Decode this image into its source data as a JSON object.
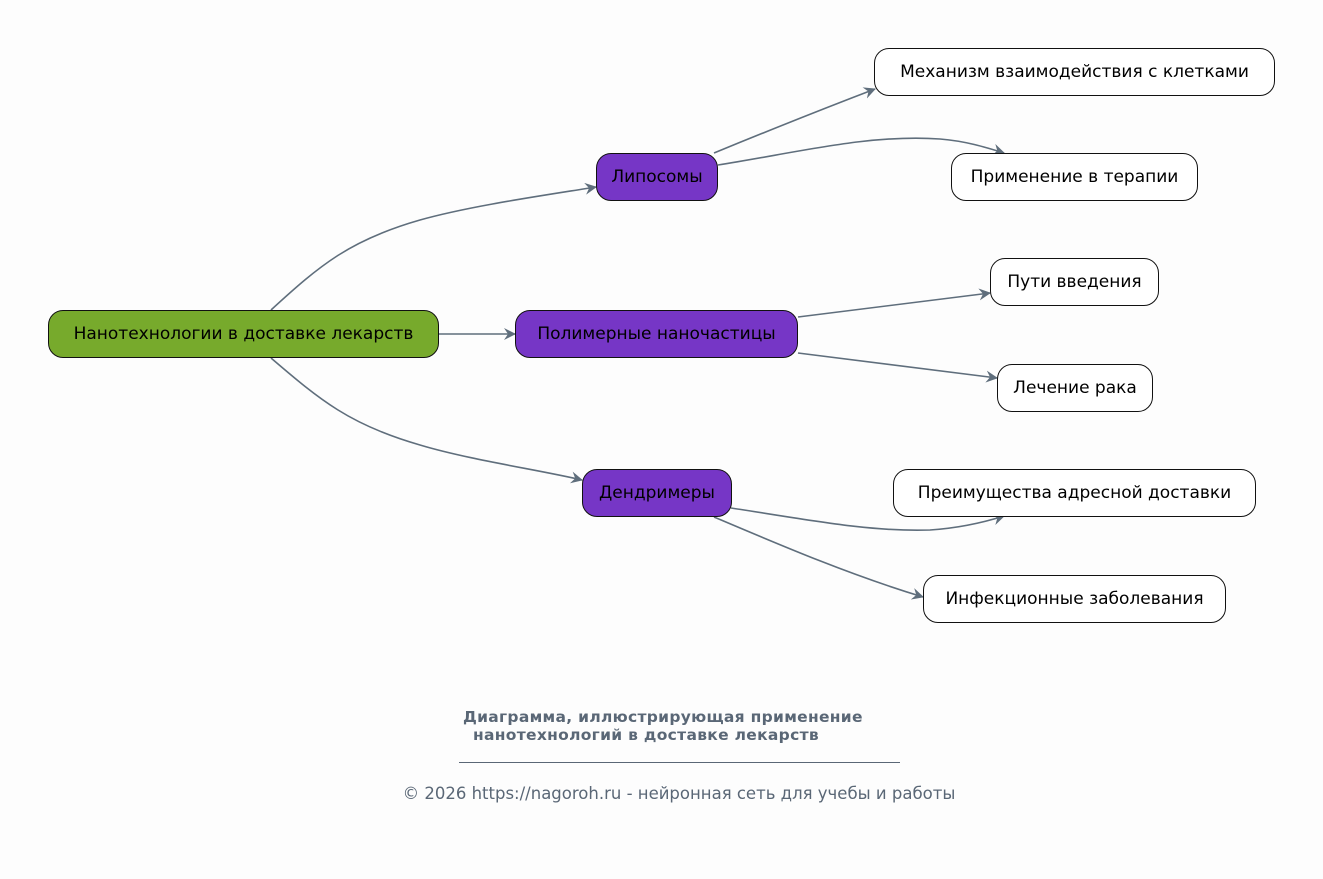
{
  "diagram": {
    "root": {
      "id": "root",
      "label": "Нанотехнологии в доставке лекарств",
      "color": "#77aa2c"
    },
    "categories": [
      {
        "id": "liposomes",
        "label": "Липосомы",
        "color": "#7636c6"
      },
      {
        "id": "polymer",
        "label": "Полимерные наночастицы",
        "color": "#7636c6"
      },
      {
        "id": "dendrimers",
        "label": "Дендримеры",
        "color": "#7636c6"
      }
    ],
    "leaves": [
      {
        "id": "mechanism",
        "parent": "liposomes",
        "label": "Механизм взаимодействия с клетками"
      },
      {
        "id": "therapy",
        "parent": "liposomes",
        "label": "Применение в терапии"
      },
      {
        "id": "routes",
        "parent": "polymer",
        "label": "Пути введения"
      },
      {
        "id": "cancer",
        "parent": "polymer",
        "label": "Лечение рака"
      },
      {
        "id": "targeted",
        "parent": "dendrimers",
        "label": "Преимущества адресной доставки"
      },
      {
        "id": "infections",
        "parent": "dendrimers",
        "label": "Инфекционные заболевания"
      }
    ],
    "edges": [
      {
        "from": "root",
        "to": "liposomes"
      },
      {
        "from": "root",
        "to": "polymer"
      },
      {
        "from": "root",
        "to": "dendrimers"
      },
      {
        "from": "liposomes",
        "to": "mechanism"
      },
      {
        "from": "liposomes",
        "to": "therapy"
      },
      {
        "from": "polymer",
        "to": "routes"
      },
      {
        "from": "polymer",
        "to": "cancer"
      },
      {
        "from": "dendrimers",
        "to": "targeted"
      },
      {
        "from": "dendrimers",
        "to": "infections"
      }
    ],
    "edge_color": "#5f6e7c",
    "leaf_color": "#ffffff"
  },
  "caption": {
    "line1": "Диаграмма, иллюстрирующая применение",
    "line2": "нанотехнологий в доставке лекарств"
  },
  "footer": {
    "text": "© 2026 https://nagoroh.ru - нейронная сеть для учебы и работы"
  }
}
